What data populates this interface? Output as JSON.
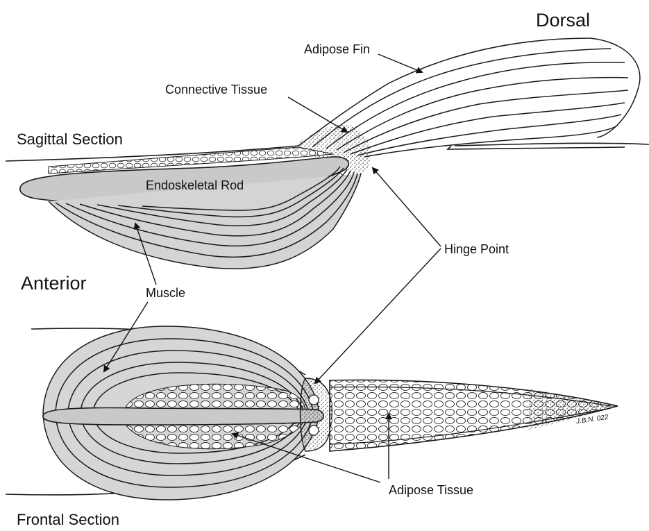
{
  "labels": {
    "dorsal": "Dorsal",
    "adipose_fin": "Adipose Fin",
    "connective_tissue": "Connective Tissue",
    "sagittal_section": "Sagittal Section",
    "endoskeletal_rod": "Endoskeletal Rod",
    "hinge_point": "Hinge Point",
    "anterior": "Anterior",
    "muscle": "Muscle",
    "adipose_tissue": "Adipose Tissue",
    "frontal_section": "Frontal Section",
    "signature": "J.B.N. 022"
  },
  "colors": {
    "ink": "#1a1a1a",
    "rod_fill": "#c9c9c9",
    "muscle_fill": "#bdbdbd",
    "background": "#ffffff"
  }
}
